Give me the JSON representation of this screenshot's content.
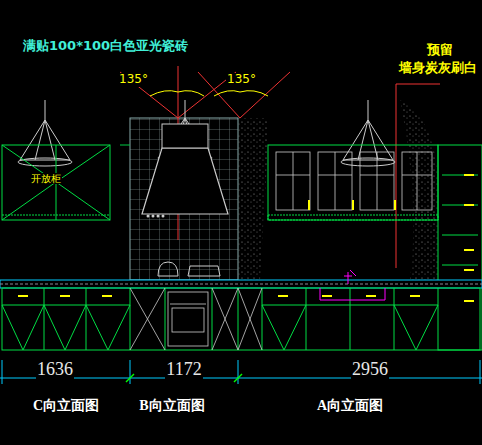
{
  "diagram": {
    "labels": [
      "满贴100*100白色亚光瓷砖",
      "135°",
      "135°",
      "预留",
      "墙身炭灰刷白",
      "开放柜",
      "1636",
      "1172",
      "2956",
      "C向立面图",
      "B向立面图",
      "A向立面图"
    ]
  }
}
